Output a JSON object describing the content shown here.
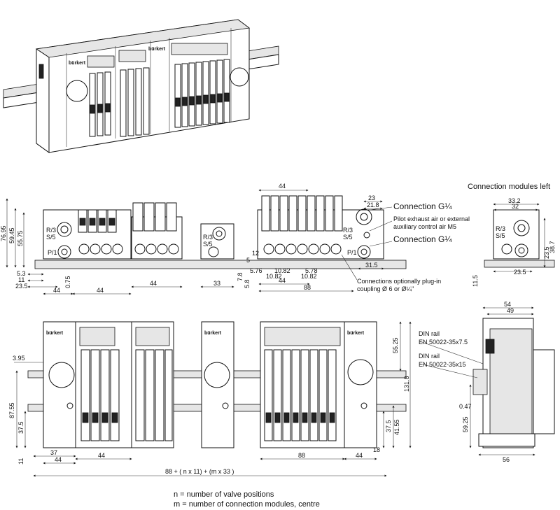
{
  "logo": "bürkert",
  "titles": {
    "connection_modules_left": "Connection modules left"
  },
  "callouts": {
    "connection_g14_top": "Connection G¼",
    "pilot_exhaust_line1": "Pilot exhaust air or external",
    "pilot_exhaust_line2": "auxiliary control air M5",
    "connection_g14_bottom": "Connection G¼",
    "plugin_line1": "Connections optionally plug-in",
    "plugin_line2": "coupling Ø 6 or Ø¼\"",
    "din_rail_a_line1": "DIN rail",
    "din_rail_a_line2": "EN 50022-35x7.5",
    "din_rail_b_line1": "DIN rail",
    "din_rail_b_line2": "EN 50022-35x15"
  },
  "port_labels": {
    "rs": "R/3",
    "ss": "S/5",
    "p": "P/1"
  },
  "dims_side": {
    "h1": "76.95",
    "h2": "59.45",
    "h3": "55.75",
    "d53": "5.3",
    "d11": "11",
    "d235": "23.5",
    "d44a": "44",
    "d075": "0.75",
    "d44b": "44",
    "d44c": "44",
    "d33": "33",
    "d78": "7.8",
    "d58": "5.8",
    "d576": "5.76",
    "d1082a": "10.82",
    "d1082b": "10.82",
    "d1082c": "10.82",
    "d578": "5.78",
    "d44top": "44",
    "d44mid": "44",
    "d88": "88",
    "d23": "23",
    "d218": "21.8",
    "d315": "31.5",
    "d12": "12",
    "d5": "5"
  },
  "dims_left_module": {
    "w332": "33.2",
    "w32": "32",
    "h387": "38.7",
    "h235": "23.5",
    "w235": "23.5",
    "h115": "11.5"
  },
  "dims_front": {
    "d395": "3.95",
    "d8755": "87.55",
    "d375a": "37.5",
    "d11": "11",
    "d37": "37",
    "d44a": "44",
    "d44b": "44",
    "d88": "88",
    "d44c": "44",
    "d18": "18",
    "d5525": "55.25",
    "d1318": "131.8",
    "d375b": "37.5",
    "d4155": "41.55",
    "formula": "88 + ( n x 11) + (m x 33 )"
  },
  "dims_end": {
    "d54": "54",
    "d49": "49",
    "d047": "0.47",
    "d5925": "59.25",
    "d56": "56"
  },
  "legend": {
    "n_line": "n = number of valve positions",
    "m_line": "m = number of connection modules, centre"
  }
}
